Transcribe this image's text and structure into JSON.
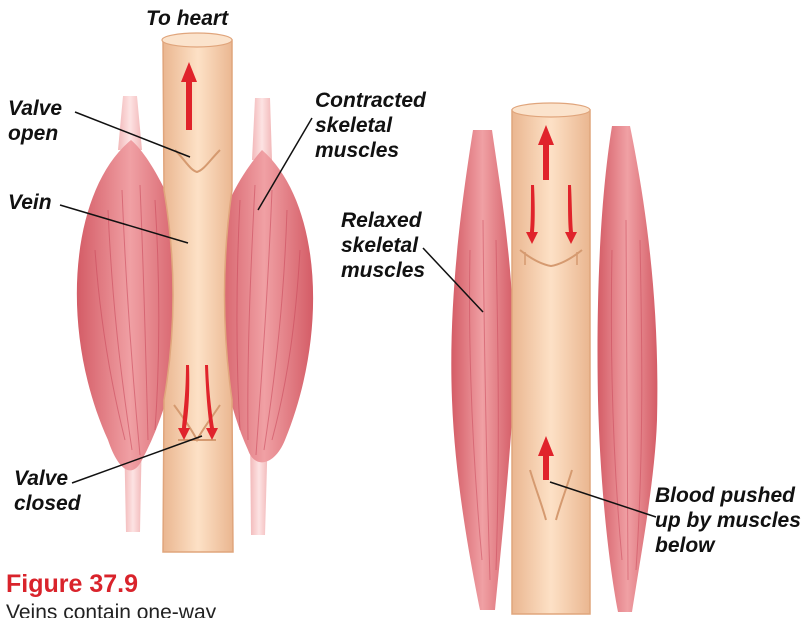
{
  "labels": {
    "to_heart": "To heart",
    "valve_open": "Valve\nopen",
    "vein": "Vein",
    "contracted": "Contracted\nskeletal\nmuscles",
    "relaxed": "Relaxed\nskeletal\nmuscles",
    "valve_closed": "Valve\nclosed",
    "blood_pushed": "Blood pushed\nup by muscles\nbelow"
  },
  "caption": {
    "title": "Figure 37.9",
    "text": "Veins contain one-way"
  },
  "colors": {
    "muscle": "#e88a8f",
    "muscle_dark": "#d2535c",
    "vein": "#f7d2b0",
    "vein_dark": "#e6ad84",
    "arrow": "#e0232b"
  }
}
